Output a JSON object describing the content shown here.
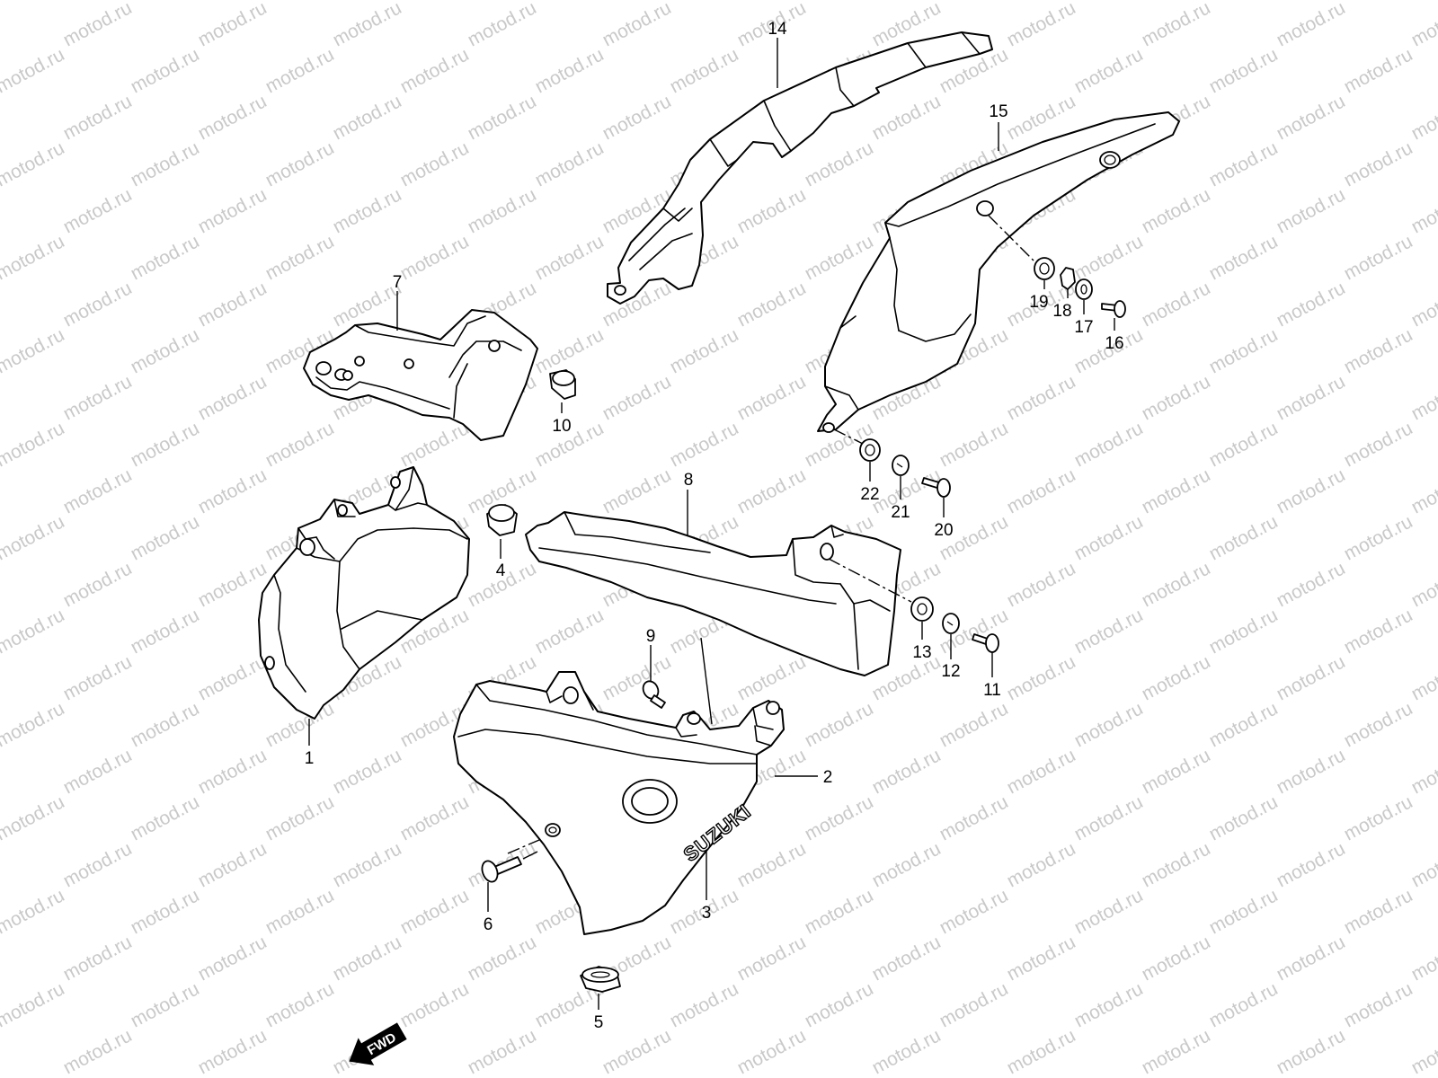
{
  "watermark": {
    "text": "motod.ru",
    "color": "#c9c9c9"
  },
  "direction_marker": {
    "label": "FWD"
  },
  "brand_logo": {
    "text": "SUZUKI"
  },
  "callouts": [
    {
      "id": "1",
      "label": "1"
    },
    {
      "id": "2",
      "label": "2"
    },
    {
      "id": "3",
      "label": "3"
    },
    {
      "id": "4",
      "label": "4"
    },
    {
      "id": "5",
      "label": "5"
    },
    {
      "id": "6",
      "label": "6"
    },
    {
      "id": "7",
      "label": "7"
    },
    {
      "id": "8",
      "label": "8"
    },
    {
      "id": "9",
      "label": "9"
    },
    {
      "id": "10",
      "label": "10"
    },
    {
      "id": "11",
      "label": "11"
    },
    {
      "id": "12",
      "label": "12"
    },
    {
      "id": "13",
      "label": "13"
    },
    {
      "id": "14",
      "label": "14"
    },
    {
      "id": "15",
      "label": "15"
    },
    {
      "id": "16",
      "label": "16"
    },
    {
      "id": "17",
      "label": "17"
    },
    {
      "id": "18",
      "label": "18"
    },
    {
      "id": "19",
      "label": "19"
    },
    {
      "id": "20",
      "label": "20"
    },
    {
      "id": "21",
      "label": "21"
    },
    {
      "id": "22",
      "label": "22"
    }
  ]
}
